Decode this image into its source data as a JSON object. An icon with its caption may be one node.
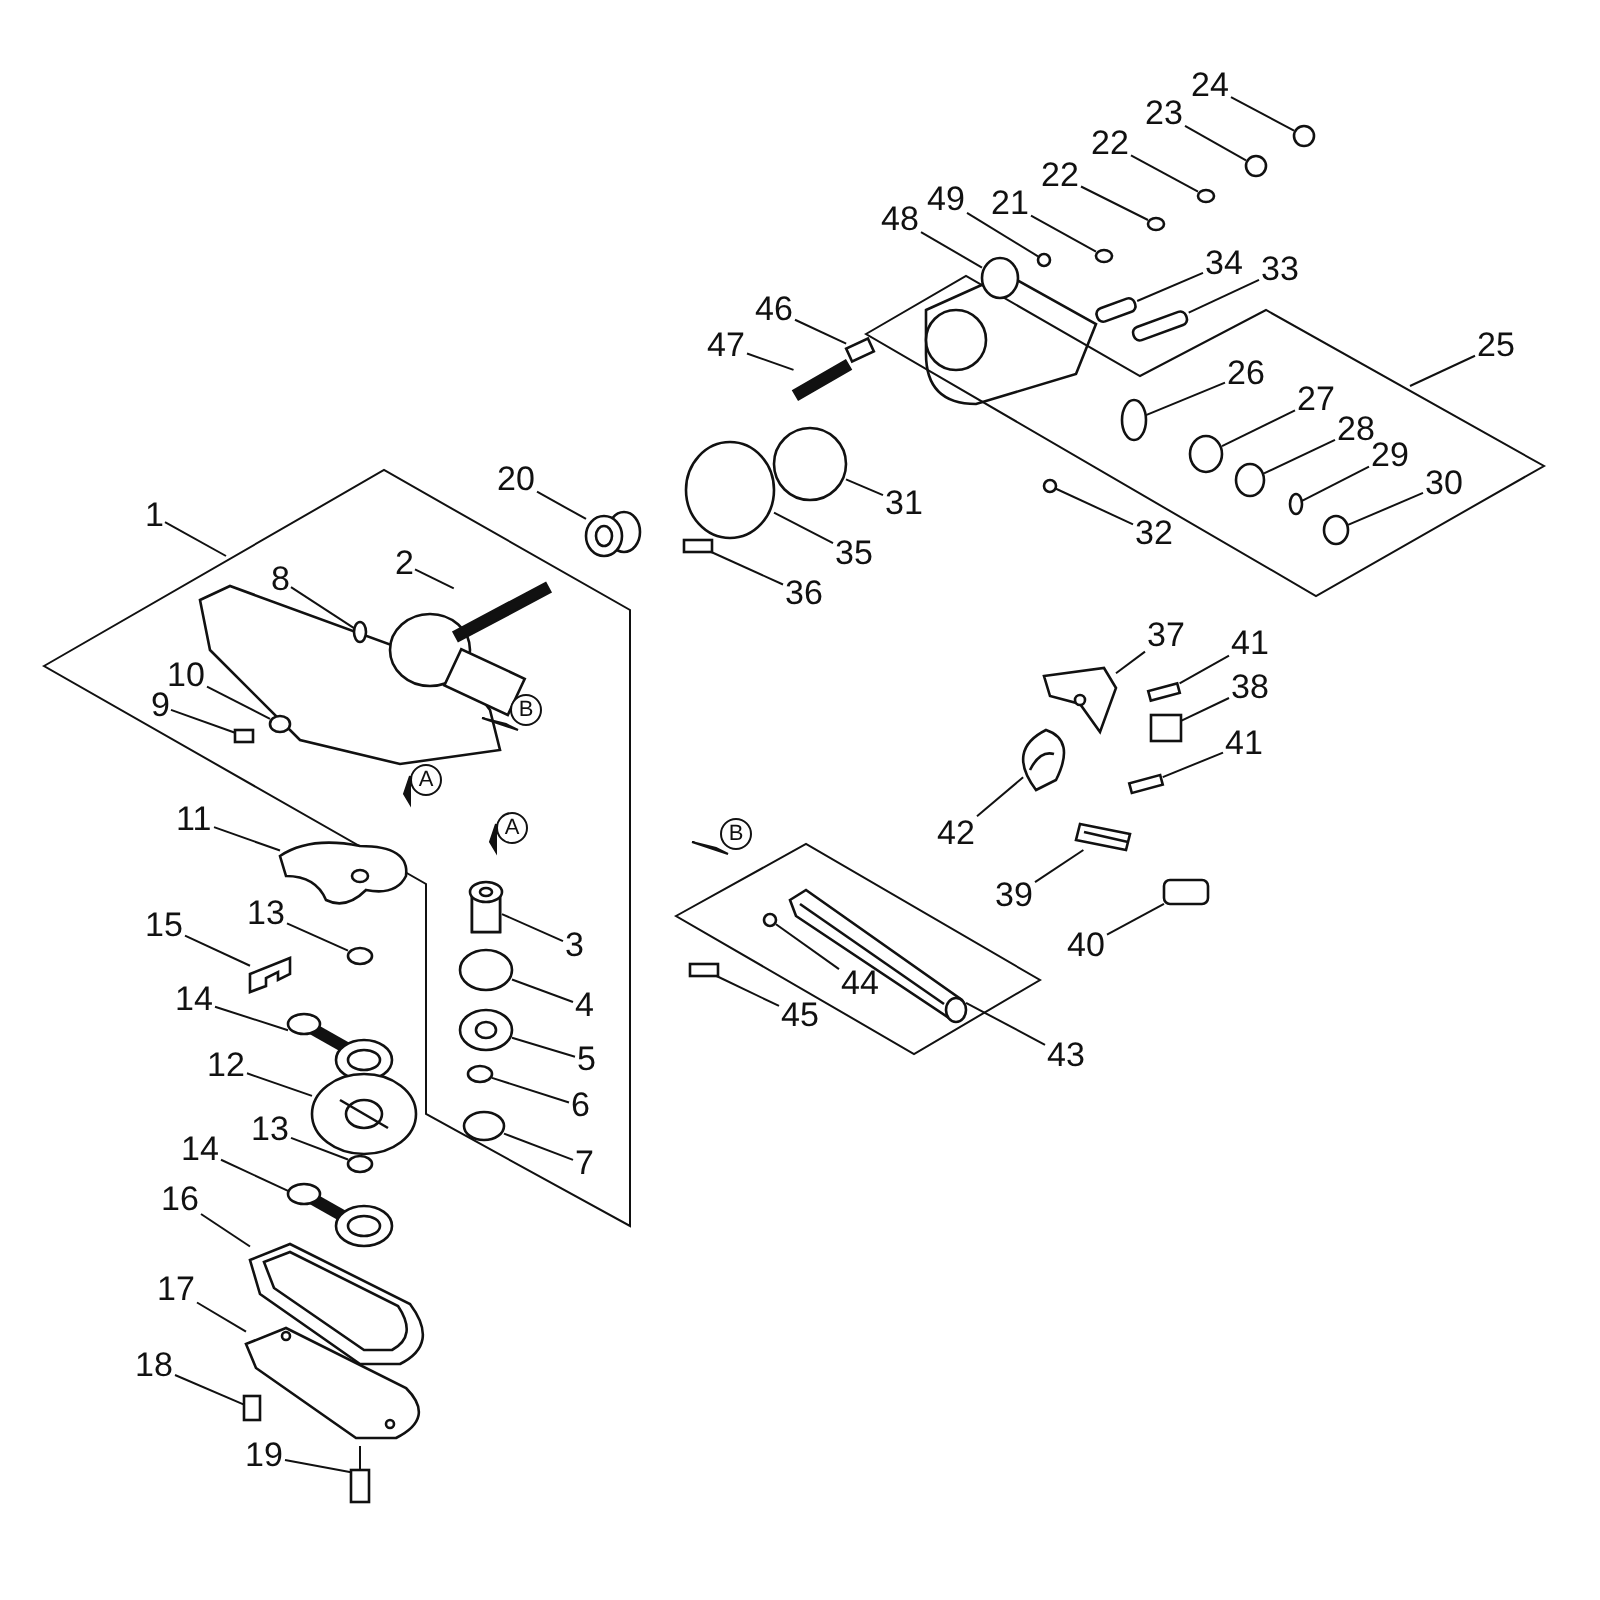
{
  "diagram": {
    "nodes": [
      {
        "text": [
          "24"
        ]
      },
      {
        "text": [
          "23"
        ]
      },
      {
        "text": [
          "22"
        ]
      },
      {
        "text": [
          "22"
        ]
      },
      {
        "text": [
          "21"
        ]
      },
      {
        "text": [
          "49"
        ]
      },
      {
        "text": [
          "48"
        ]
      },
      {
        "text": [
          "34"
        ]
      },
      {
        "text": [
          "33"
        ]
      },
      {
        "text": [
          "46"
        ]
      },
      {
        "text": [
          "47"
        ]
      },
      {
        "text": [
          "25"
        ]
      },
      {
        "text": [
          "26"
        ]
      },
      {
        "text": [
          "27"
        ]
      },
      {
        "text": [
          "28"
        ]
      },
      {
        "text": [
          "29"
        ]
      },
      {
        "text": [
          "30"
        ]
      },
      {
        "text": [
          "20"
        ]
      },
      {
        "text": [
          "31"
        ]
      },
      {
        "text": [
          "32"
        ]
      },
      {
        "text": [
          "1"
        ]
      },
      {
        "text": [
          "35"
        ]
      },
      {
        "text": [
          "36"
        ]
      },
      {
        "text": [
          "2"
        ]
      },
      {
        "text": [
          "8"
        ]
      },
      {
        "text": [
          "37"
        ]
      },
      {
        "text": [
          "41"
        ]
      },
      {
        "text": [
          "38"
        ]
      },
      {
        "text": [
          "10"
        ]
      },
      {
        "text": [
          "9"
        ]
      },
      {
        "text": [
          "41"
        ]
      },
      {
        "text": [
          "42"
        ]
      },
      {
        "text": [
          "39"
        ]
      },
      {
        "text": [
          "40"
        ]
      },
      {
        "text": [
          "11"
        ]
      },
      {
        "text": [
          "3"
        ]
      },
      {
        "text": [
          "13"
        ]
      },
      {
        "text": [
          "15"
        ]
      },
      {
        "text": [
          "4"
        ]
      },
      {
        "text": [
          "14"
        ]
      },
      {
        "text": [
          "5"
        ]
      },
      {
        "text": [
          "12"
        ]
      },
      {
        "text": [
          "6"
        ]
      },
      {
        "text": [
          "13"
        ]
      },
      {
        "text": [
          "7"
        ]
      },
      {
        "text": [
          "14"
        ]
      },
      {
        "text": [
          "16"
        ]
      },
      {
        "text": [
          "17"
        ]
      },
      {
        "text": [
          "18"
        ]
      },
      {
        "text": [
          "19"
        ]
      },
      {
        "text": [
          "44"
        ]
      },
      {
        "text": [
          "45"
        ]
      },
      {
        "text": [
          "43"
        ]
      },
      {
        "text": [],
        "shape": "circle"
      },
      {
        "text": [],
        "shape": "circle"
      },
      {
        "text": [],
        "shape": "circle"
      },
      {
        "text": [],
        "shape": "circle"
      },
      {
        "text": [],
        "shape": "circle"
      },
      {
        "text": [],
        "shape": "circle"
      },
      {
        "text": [],
        "shape": "circle"
      },
      {
        "text": [],
        "shape": "box"
      },
      {
        "text": [],
        "shape": "box"
      },
      {
        "text": [],
        "shape": "box"
      },
      {
        "text": [],
        "shape": "bar"
      },
      {
        "text": [],
        "shape": "circle"
      },
      {
        "text": [],
        "shape": "circle"
      },
      {
        "text": [],
        "shape": "circle"
      },
      {
        "text": [],
        "shape": "circle"
      },
      {
        "text": [],
        "shape": "circle"
      },
      {
        "text": [],
        "shape": "picture"
      },
      {
        "text": [],
        "shape": "circle"
      },
      {
        "text": [],
        "shape": "circle"
      },
      {
        "text": [],
        "shape": "circle"
      },
      {
        "text": [],
        "shape": "box"
      },
      {
        "text": [],
        "shape": "bar"
      },
      {
        "text": [],
        "shape": "circle"
      },
      {
        "text": [],
        "shape": "picture"
      },
      {
        "text": [],
        "shape": "box"
      },
      {
        "text": [],
        "shape": "box"
      },
      {
        "text": [],
        "shape": "circle"
      },
      {
        "text": [],
        "shape": "box"
      },
      {
        "text": [],
        "shape": "box"
      },
      {
        "text": [],
        "shape": "picture"
      },
      {
        "text": [],
        "shape": "picture"
      },
      {
        "text": [],
        "shape": "box"
      },
      {
        "text": [],
        "shape": "picture"
      },
      {
        "text": [],
        "shape": "box"
      },
      {
        "text": [],
        "shape": "circle"
      },
      {
        "text": [],
        "shape": "picture"
      },
      {
        "text": [],
        "shape": "circle"
      },
      {
        "text": [],
        "shape": "picture"
      },
      {
        "text": [],
        "shape": "picture"
      },
      {
        "text": [],
        "shape": "picture"
      },
      {
        "text": [],
        "shape": "circle"
      },
      {
        "text": [],
        "shape": "circle"
      },
      {
        "text": [],
        "shape": "circle"
      },
      {
        "text": [],
        "shape": "picture"
      },
      {
        "text": [],
        "shape": "picture"
      },
      {
        "text": [],
        "shape": "picture"
      },
      {
        "text": [],
        "shape": "box"
      },
      {
        "text": [],
        "shape": "box"
      },
      {
        "text": [],
        "shape": "circle"
      },
      {
        "text": [],
        "shape": "box"
      },
      {
        "text": [],
        "shape": "picture"
      }
    ],
    "edges": [
      {
        "from": 0,
        "to": 53,
        "arrow": "none"
      },
      {
        "from": 1,
        "to": 54,
        "arrow": "none"
      },
      {
        "from": 2,
        "to": 55,
        "arrow": "none"
      },
      {
        "from": 3,
        "to": 56,
        "arrow": "none"
      },
      {
        "from": 4,
        "to": 57,
        "arrow": "none"
      },
      {
        "from": 5,
        "to": 58,
        "arrow": "none"
      },
      {
        "from": 6,
        "to": 59,
        "arrow": "none"
      },
      {
        "from": 7,
        "to": 60,
        "arrow": "none"
      },
      {
        "from": 8,
        "to": 61,
        "arrow": "none"
      },
      {
        "from": 9,
        "to": 62,
        "arrow": "none"
      },
      {
        "from": 10,
        "to": 63,
        "arrow": "none"
      },
      {
        "from": 11,
        "to": null,
        "arrow": "none"
      },
      {
        "from": 12,
        "to": 64,
        "arrow": "none"
      },
      {
        "from": 13,
        "to": 65,
        "arrow": "none"
      },
      {
        "from": 14,
        "to": 66,
        "arrow": "none"
      },
      {
        "from": 15,
        "to": 67,
        "arrow": "none"
      },
      {
        "from": 16,
        "to": 68,
        "arrow": "none"
      },
      {
        "from": 17,
        "to": 69,
        "arrow": "none"
      },
      {
        "from": 18,
        "to": 70,
        "arrow": "none"
      },
      {
        "from": 19,
        "to": 71,
        "arrow": "none"
      },
      {
        "from": 20,
        "to": null,
        "arrow": "none"
      },
      {
        "from": 21,
        "to": 72,
        "arrow": "none"
      },
      {
        "from": 22,
        "to": 73,
        "arrow": "none"
      },
      {
        "from": 23,
        "to": 74,
        "arrow": "none"
      },
      {
        "from": 24,
        "to": 75,
        "arrow": "none"
      },
      {
        "from": 25,
        "to": 76,
        "arrow": "none"
      },
      {
        "from": 26,
        "to": 77,
        "arrow": "none"
      },
      {
        "from": 27,
        "to": 78,
        "arrow": "none"
      },
      {
        "from": 28,
        "to": 79,
        "arrow": "none"
      },
      {
        "from": 29,
        "to": 80,
        "arrow": "none"
      },
      {
        "from": 30,
        "to": 81,
        "arrow": "none"
      },
      {
        "from": 31,
        "to": 82,
        "arrow": "none"
      },
      {
        "from": 32,
        "to": 83,
        "arrow": "none"
      },
      {
        "from": 33,
        "to": 84,
        "arrow": "none"
      },
      {
        "from": 34,
        "to": 85,
        "arrow": "none"
      },
      {
        "from": 35,
        "to": 86,
        "arrow": "none"
      },
      {
        "from": 36,
        "to": 87,
        "arrow": "none"
      },
      {
        "from": 37,
        "to": 88,
        "arrow": "none"
      },
      {
        "from": 38,
        "to": 89,
        "arrow": "none"
      },
      {
        "from": 39,
        "to": 90,
        "arrow": "none"
      },
      {
        "from": 40,
        "to": 91,
        "arrow": "none"
      },
      {
        "from": 41,
        "to": 92,
        "arrow": "none"
      },
      {
        "from": 42,
        "to": 93,
        "arrow": "none"
      },
      {
        "from": 43,
        "to": 94,
        "arrow": "none"
      },
      {
        "from": 44,
        "to": 95,
        "arrow": "none"
      },
      {
        "from": 45,
        "to": 96,
        "arrow": "none"
      },
      {
        "from": 46,
        "to": 97,
        "arrow": "none"
      },
      {
        "from": 47,
        "to": 98,
        "arrow": "none"
      },
      {
        "from": 48,
        "to": 99,
        "arrow": "none"
      },
      {
        "from": 49,
        "to": 100,
        "arrow": "none"
      },
      {
        "from": 50,
        "to": 101,
        "arrow": "none"
      },
      {
        "from": 51,
        "to": 102,
        "arrow": "none"
      },
      {
        "from": 52,
        "to": 103,
        "arrow": "none"
      }
    ],
    "labels": [
      "B",
      "A",
      "B",
      "A"
    ]
  }
}
